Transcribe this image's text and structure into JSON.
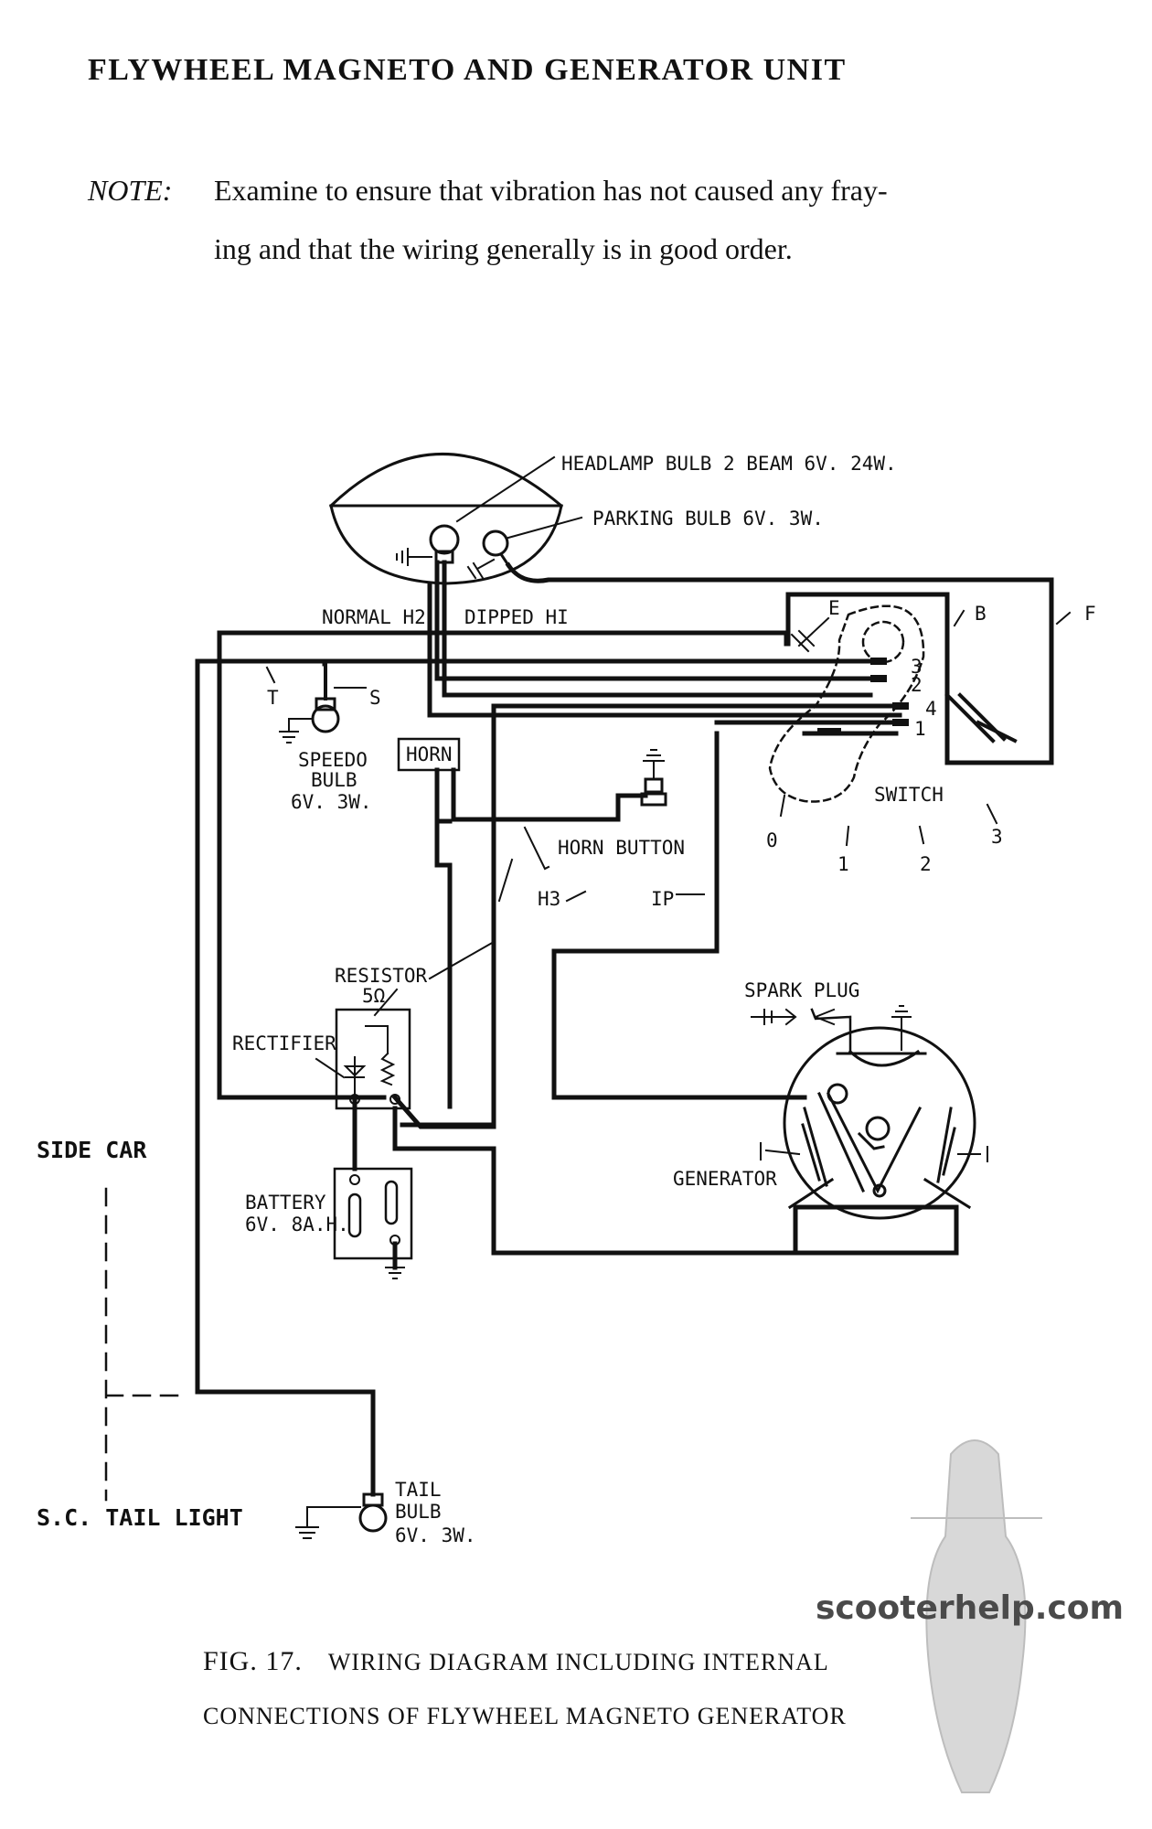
{
  "page": {
    "title": "FLYWHEEL MAGNETO AND GENERATOR UNIT",
    "note_label": "NOTE:",
    "note_line1": "Examine to ensure that vibration has not caused any fray-",
    "note_line2": "ing and that the wiring generally is in good order."
  },
  "diagram": {
    "labels": {
      "headlamp_bulb": "HEADLAMP BULB 2 BEAM 6V. 24W.",
      "parking_bulb": "PARKING BULB 6V. 3W.",
      "normal_h2": "NORMAL H2",
      "dipped_h1": "DIPPED HI",
      "t": "T",
      "s": "S",
      "speedo_1": "SPEEDO",
      "speedo_2": "BULB",
      "speedo_3": "6V. 3W.",
      "horn": "HORN",
      "horn_button": "HORN BUTTON",
      "h3": "H3",
      "ip": "IP",
      "e": "E",
      "b": "B",
      "f": "F",
      "t3": "3",
      "t2": "2",
      "t4": "4",
      "t1": "1",
      "switch": "SWITCH",
      "pos_0": "0",
      "pos_1": "1",
      "pos_2": "2",
      "pos_3": "3",
      "resistor_1": "RESISTOR",
      "resistor_2": "5Ω",
      "rectifier": "RECTIFIER",
      "spark_plug": "SPARK PLUG",
      "generator": "GENERATOR",
      "battery_1": "BATTERY",
      "battery_2": "6V. 8A.H.",
      "side_car": "SIDE CAR",
      "tail_1": "TAIL",
      "tail_2": "BULB",
      "tail_3": "6V. 3W.",
      "sc_tail": "S.C. TAIL LIGHT"
    }
  },
  "caption": {
    "fig": "FIG. 17.",
    "line1": "WIRING DIAGRAM INCLUDING INTERNAL",
    "line2": "CONNECTIONS OF FLYWHEEL MAGNETO GENERATOR"
  },
  "watermark": "scooterhelp.com"
}
